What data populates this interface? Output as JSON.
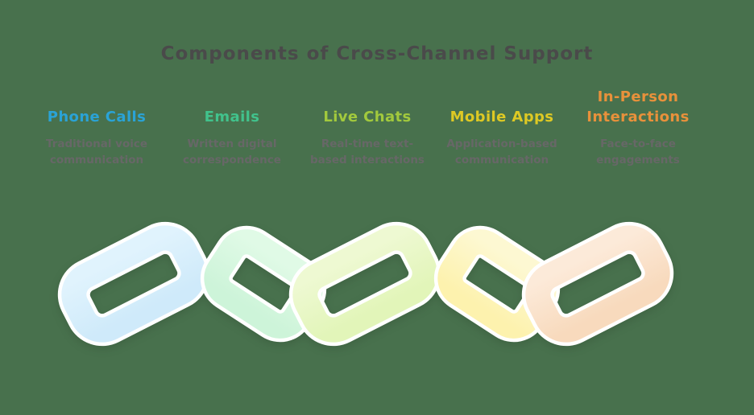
{
  "background_color": "#48714D",
  "title": {
    "text": "Components of Cross-Channel Support",
    "color": "#4a4a4a"
  },
  "columns": [
    {
      "id": "phone-calls",
      "title": "Phone Calls",
      "description": "Traditional voice\ncommunication",
      "title_color": "#2AA3D6"
    },
    {
      "id": "emails",
      "title": "Emails",
      "description": "Written digital\ncorrespondence",
      "title_color": "#41C28C"
    },
    {
      "id": "live-chats",
      "title": "Live Chats",
      "description": "Real-time text-\nbased interactions",
      "title_color": "#A2C93D"
    },
    {
      "id": "mobile-apps",
      "title": "Mobile Apps",
      "description": "Application-based\ncommunication",
      "title_color": "#DEC924"
    },
    {
      "id": "in-person-interactions",
      "title": "In-Person\nInteractions",
      "description": "Face-to-face\nengagements",
      "title_color": "#E8913B"
    }
  ],
  "description_text_color": "#676767",
  "chain": {
    "outline_color": "#ffffff",
    "links": [
      {
        "name": "phone-calls-link",
        "color": "#cfeafa",
        "color_light": "#e0f3fd"
      },
      {
        "name": "emails-link",
        "color": "#cdf4d9",
        "color_light": "#e0fae6"
      },
      {
        "name": "live-chats-link",
        "color": "#e2f5b9",
        "color_light": "#eef9d2"
      },
      {
        "name": "mobile-apps-link",
        "color": "#fdf2ae",
        "color_light": "#fdf8d2"
      },
      {
        "name": "in-person-link",
        "color": "#f8dabd",
        "color_light": "#fcead9"
      }
    ]
  }
}
